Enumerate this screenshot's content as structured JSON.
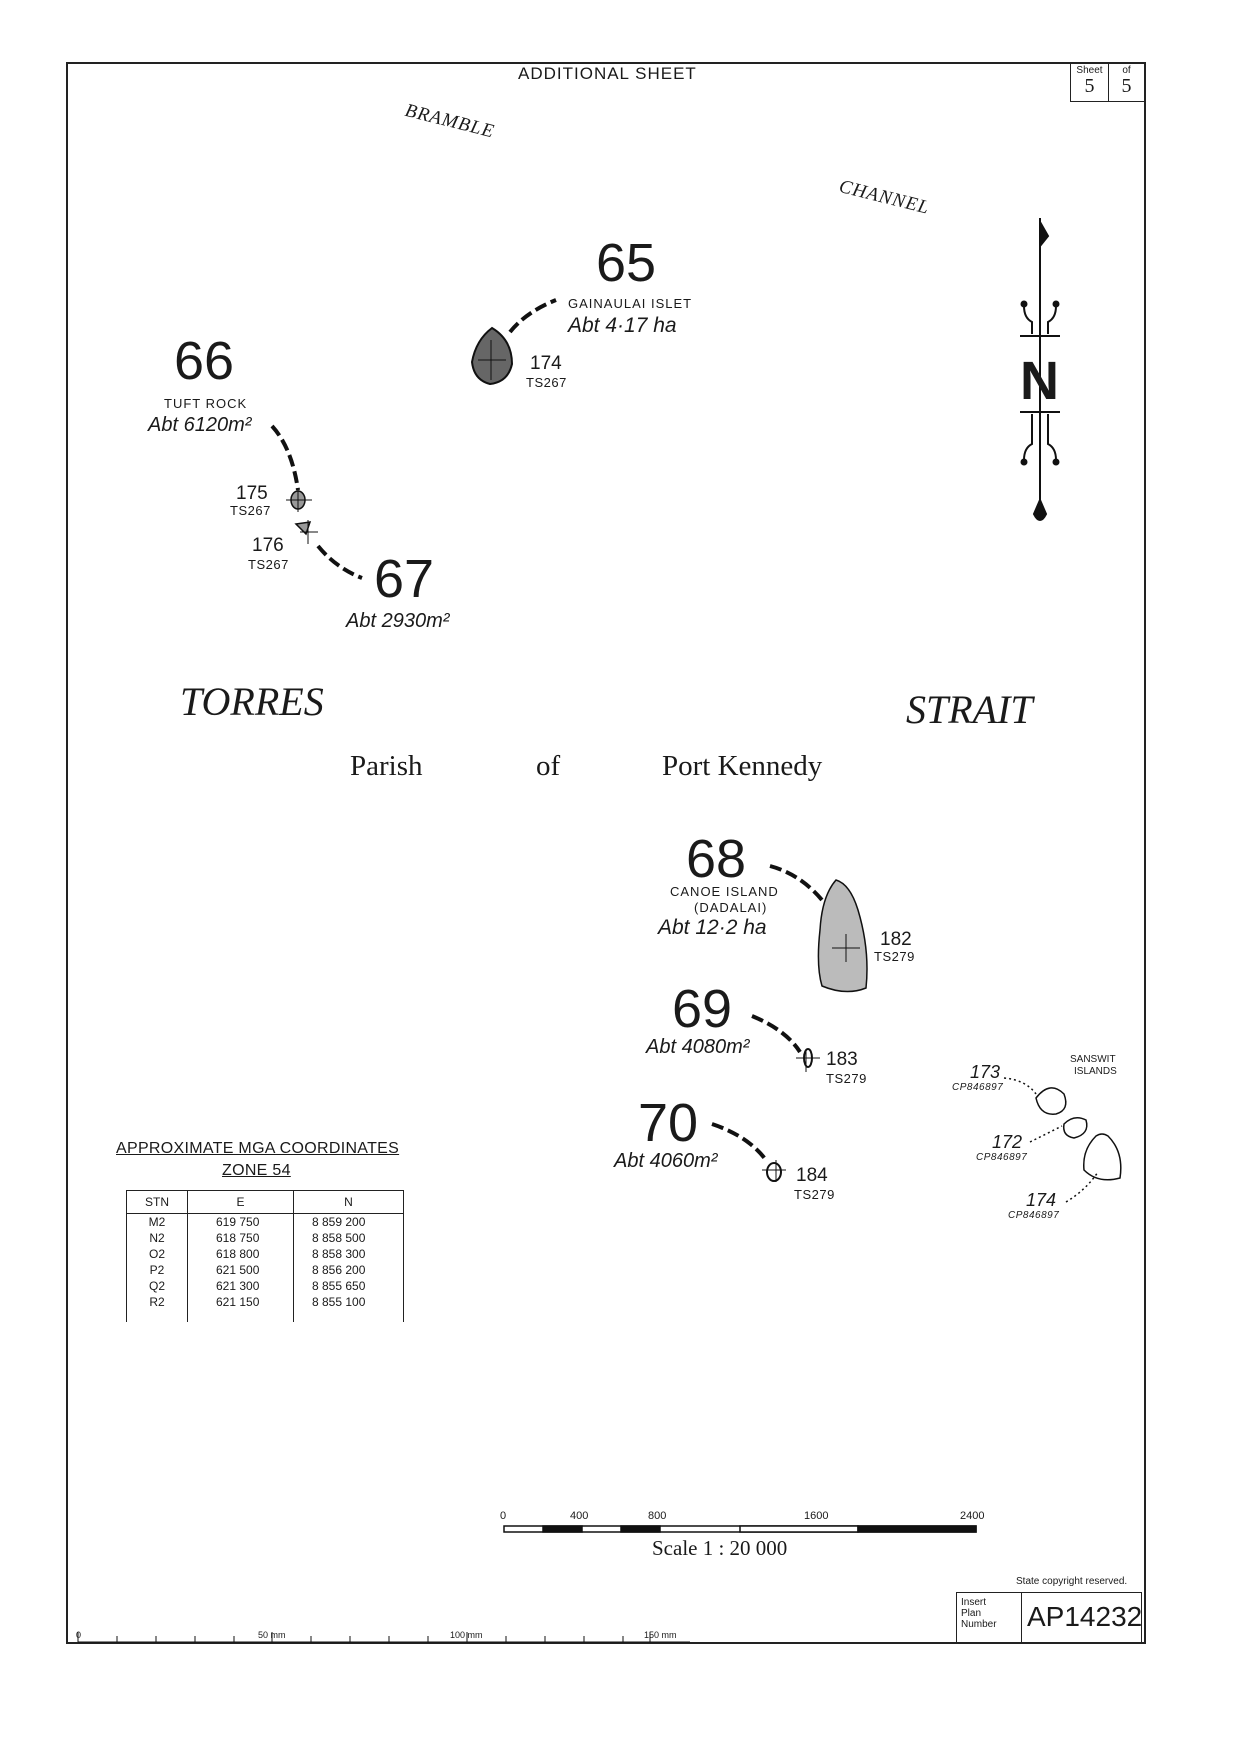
{
  "header": {
    "title": "ADDITIONAL SHEET",
    "sheet_label": "Sheet",
    "sheet_value": "5",
    "of_label": "of",
    "of_value": "5"
  },
  "water_labels": {
    "bramble": "BRAMBLE",
    "channel": "CHANNEL",
    "torres": "TORRES",
    "strait": "STRAIT"
  },
  "parish": {
    "word1": "Parish",
    "word2": "of",
    "word3": "Port Kennedy"
  },
  "north_arrow": {
    "letter": "N"
  },
  "lots": {
    "lot65": {
      "number": "65",
      "name": "GAINAULAI ISLET",
      "area": "Abt 4·17 ha",
      "station": "174",
      "survey": "TS267"
    },
    "lot66": {
      "number": "66",
      "name": "TUFT ROCK",
      "area": "Abt 6120m²",
      "station": "175",
      "survey": "TS267"
    },
    "lot67": {
      "number": "67",
      "area": "Abt 2930m²",
      "station": "176",
      "survey": "TS267"
    },
    "lot68": {
      "number": "68",
      "name": "CANOE ISLAND",
      "name2": "(DADALAI)",
      "area": "Abt 12·2 ha",
      "station": "182",
      "survey": "TS279"
    },
    "lot69": {
      "number": "69",
      "area": "Abt 4080m²",
      "station": "183",
      "survey": "TS279"
    },
    "lot70": {
      "number": "70",
      "area": "Abt 4060m²",
      "station": "184",
      "survey": "TS279"
    }
  },
  "sanswit": {
    "title1": "SANSWIT",
    "title2": "ISLANDS",
    "items": [
      {
        "lot": "173",
        "plan": "CP846897"
      },
      {
        "lot": "172",
        "plan": "CP846897"
      },
      {
        "lot": "174",
        "plan": "CP846897"
      }
    ]
  },
  "coordinates": {
    "heading": "APPROXIMATE MGA COORDINATES",
    "zone": "ZONE 54",
    "columns": [
      "STN",
      "E",
      "N"
    ],
    "rows": [
      [
        "M2",
        "619 750",
        "8 859 200"
      ],
      [
        "N2",
        "618 750",
        "8 858 500"
      ],
      [
        "O2",
        "618 800",
        "8 858 300"
      ],
      [
        "P2",
        "621 500",
        "8 856 200"
      ],
      [
        "Q2",
        "621 300",
        "8 855 650"
      ],
      [
        "R2",
        "621 150",
        "8 855 100"
      ]
    ]
  },
  "scale": {
    "ticks": [
      "0",
      "400",
      "800",
      "1600",
      "2400"
    ],
    "label": "Scale 1 : 20 000"
  },
  "ruler": {
    "labels": [
      "0",
      "50 mm",
      "100 mm",
      "150 mm"
    ]
  },
  "footer": {
    "copyright": "State copyright reserved.",
    "insert_label_1": "Insert",
    "insert_label_2": "Plan",
    "insert_label_3": "Number",
    "plan_number": "AP14232"
  }
}
